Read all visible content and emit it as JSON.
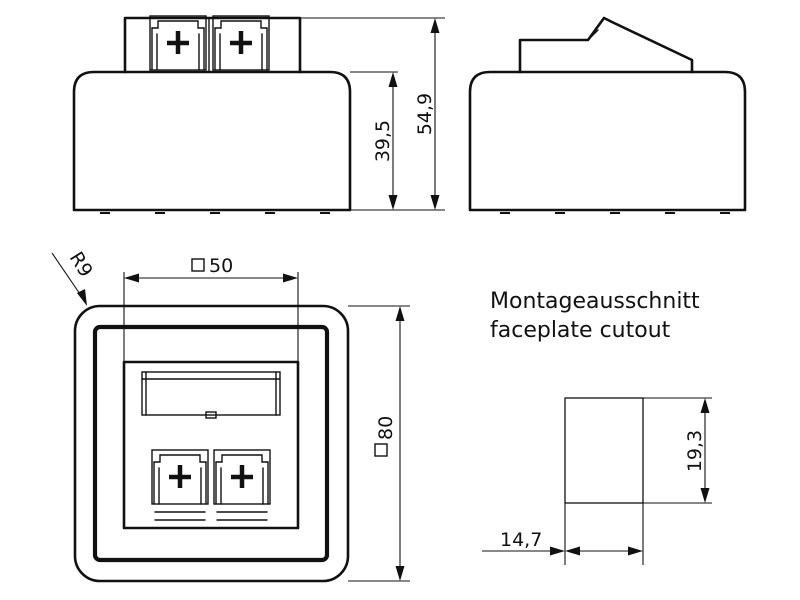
{
  "dimensions": {
    "body_height": "39,5",
    "total_height": "54,9",
    "radius": "R9",
    "width_top": "50",
    "overall": "80",
    "cutout_height": "19,3",
    "cutout_width": "14,7"
  },
  "labels": {
    "cutout_de": "Montageausschnitt",
    "cutout_en": "faceplate cutout"
  }
}
